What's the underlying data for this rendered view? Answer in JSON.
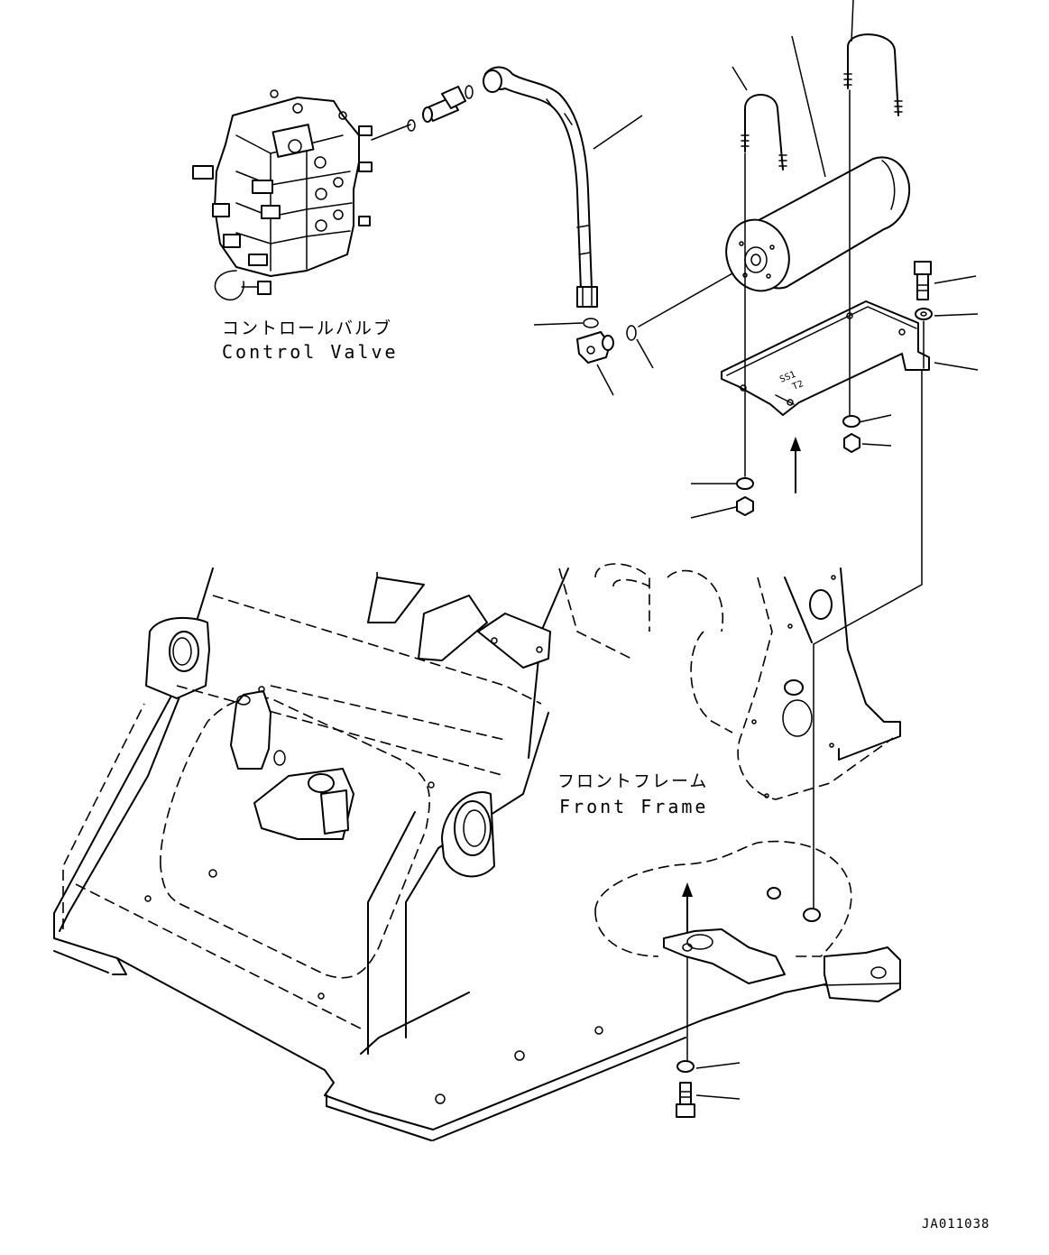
{
  "diagram": {
    "labels": {
      "control_valve_jp": "コントロールバルブ",
      "control_valve_en": "Control Valve",
      "front_frame_jp": "フロントフレーム",
      "front_frame_en": "Front Frame",
      "drawing_code": "JA011038"
    },
    "parts": [
      "control-valve",
      "connector-fitting",
      "hydraulic-hose",
      "elbow-fitting",
      "accumulator",
      "u-bolt",
      "bracket",
      "bolt",
      "washer",
      "nut",
      "front-frame"
    ]
  }
}
